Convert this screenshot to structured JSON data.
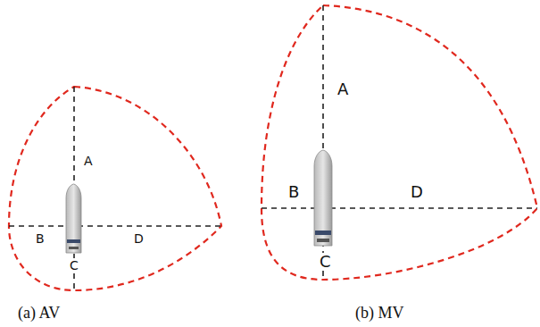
{
  "diagram": {
    "labels": [
      "A",
      "B",
      "D",
      "C",
      "(a) AV",
      "A",
      "B",
      "D",
      "C",
      "(b) MV"
    ]
  }
}
